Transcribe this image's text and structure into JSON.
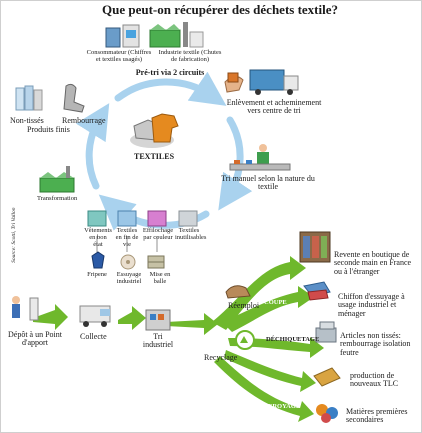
{
  "title": "Que peut-on récupérer des déchets textile?",
  "source": "Source: Scotti, Tri Vallon",
  "top": {
    "consumer": "Consommateur (Chiffres et textiles usagés)",
    "industry": "Industrie textile (Chutes de fabrication)",
    "pretri": "Pré-tri via 2 circuits"
  },
  "cycle": {
    "center": "TEXTILES",
    "left_top_1": "Non-tissés",
    "left_top_2": "Rembourrage",
    "left_top_3": "Produits finis",
    "transformation": "Transformation",
    "collect": "Enlèvement et acheminement vers centre de tri",
    "manual": "Tri manuel selon la nature du textile"
  },
  "categories": [
    "Vêtements en bon état",
    "Textiles en fin de vie",
    "Effilochage par couleur",
    "Textiles inutilisables"
  ],
  "category_items": [
    "Fripene",
    "Essuyage industriel",
    "Mise en balle"
  ],
  "flow": {
    "depot": "Dépôt à un Point d'apport",
    "collecte": "Collecte",
    "tri": "Tri industriel",
    "reemploi": "Réemploi",
    "recyclage": "Recyclage",
    "coupe": "COUPE",
    "dechiquetage": "DÉCHIQUETAGE",
    "broyage": "BROYAGE"
  },
  "outcomes": [
    "Revente en boutique de seconde main en France ou à l'étranger",
    "Chiffon d'essuyage à usage industriel et ménager",
    "Articles non tissés: rembourrage isolation feutre",
    "production de nouveaux TLC",
    "Matières premières secondaires"
  ],
  "colors": {
    "green_arrow": "#6fb82c",
    "blue_arrow": "#3f7fc6",
    "cycle_arrow": "#a9d2ee"
  }
}
